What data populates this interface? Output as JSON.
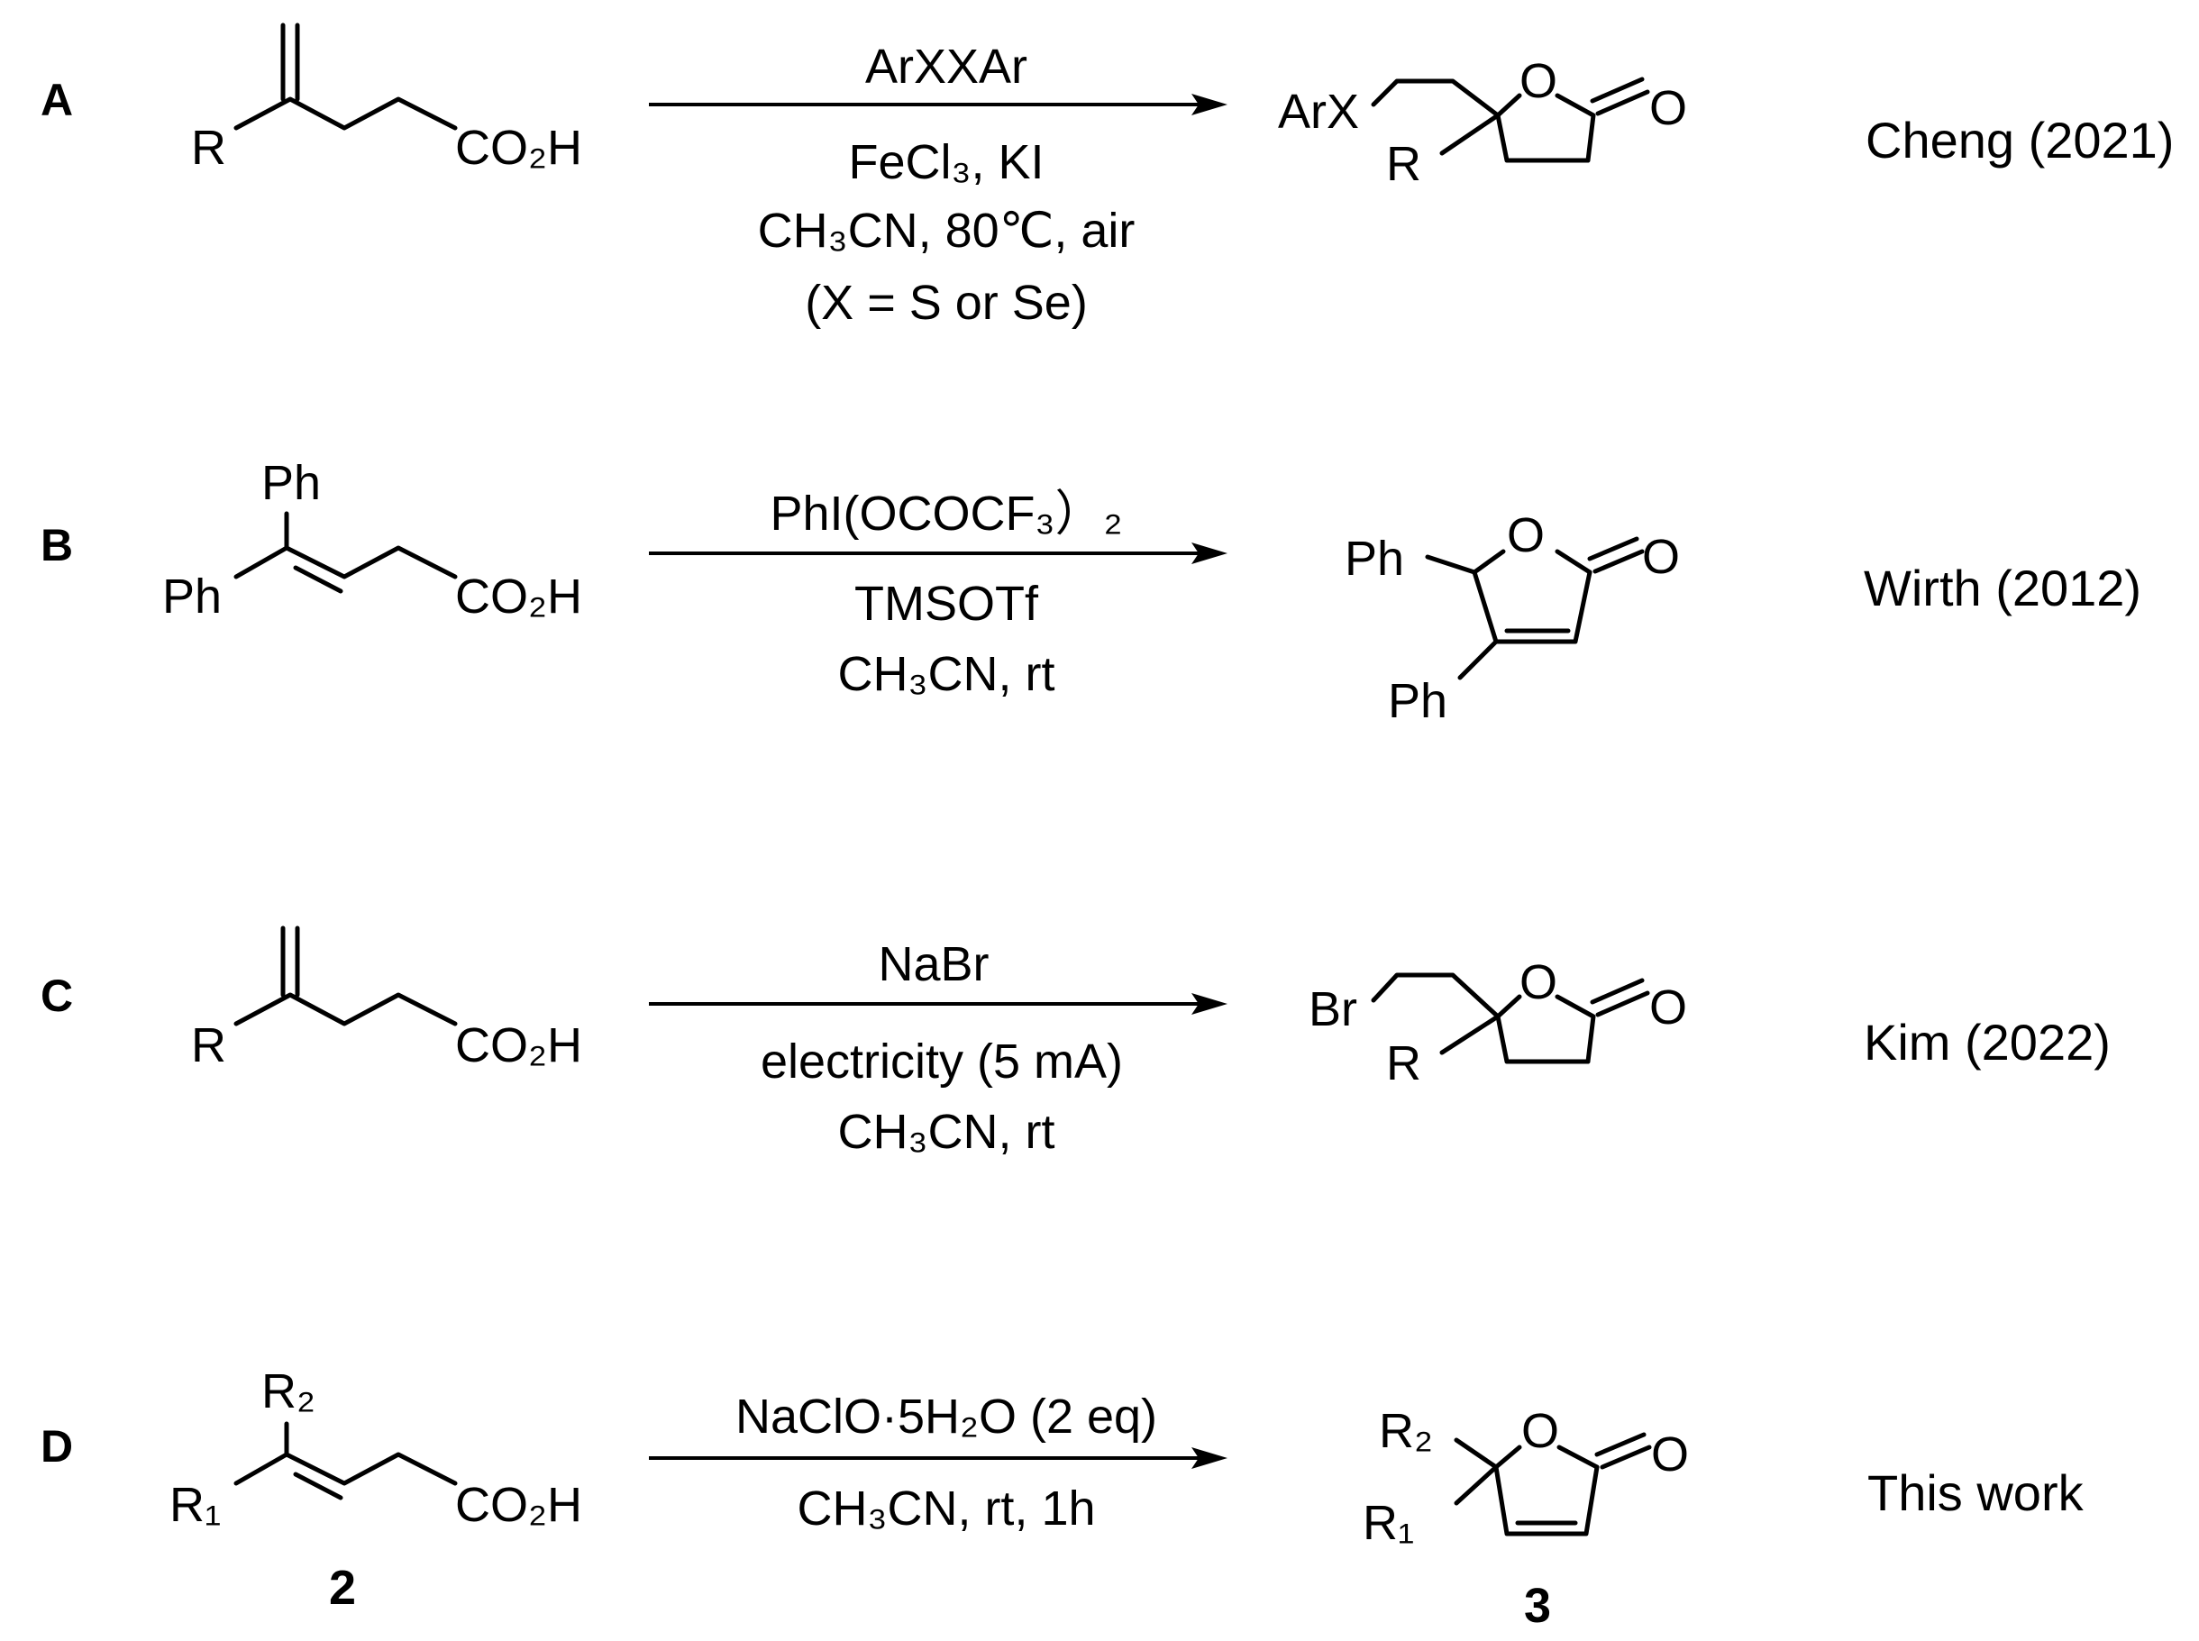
{
  "reactions": [
    {
      "label": "A",
      "reactant": {
        "sub": "R",
        "acid": "CO₂H"
      },
      "conditions_above": [
        "ArXXAr"
      ],
      "conditions_below": [
        "FeCl₃, KI",
        "CH₃CN, 80℃, air",
        "(X = S or Se)"
      ],
      "product": {
        "sub_top": "ArX",
        "sub_low": "R",
        "ring_o": "O",
        "carbonyl_o": "O"
      },
      "reference": "Cheng (2021)"
    },
    {
      "label": "B",
      "reactant": {
        "sub_top": "Ph",
        "sub_left": "Ph",
        "acid": "CO₂H"
      },
      "conditions_above": [
        "PhI(OCOCF₃）₂"
      ],
      "conditions_below": [
        "TMSOTf",
        "CH₃CN, rt"
      ],
      "product": {
        "sub_top": "Ph",
        "sub_low": "Ph",
        "ring_o": "O",
        "carbonyl_o": "O"
      },
      "reference": "Wirth (2012)"
    },
    {
      "label": "C",
      "reactant": {
        "sub": "R",
        "acid": "CO₂H"
      },
      "conditions_above": [
        "NaBr"
      ],
      "conditions_below": [
        "electricity (5 mA)",
        "CH₃CN, rt"
      ],
      "product": {
        "sub_top": "Br",
        "sub_low": "R",
        "ring_o": "O",
        "carbonyl_o": "O"
      },
      "reference": "Kim (2022)"
    },
    {
      "label": "D",
      "reactant": {
        "sub_top": "R₂",
        "sub_left": "R₁",
        "acid": "CO₂H",
        "compound_no": "2"
      },
      "conditions_above": [
        "NaClO·5H₂O (2 eq)"
      ],
      "conditions_below": [
        "CH₃CN, rt, 1h"
      ],
      "product": {
        "sub_top": "R₂",
        "sub_low": "R₁",
        "ring_o": "O",
        "carbonyl_o": "O",
        "compound_no": "3"
      },
      "reference": "This work"
    }
  ]
}
